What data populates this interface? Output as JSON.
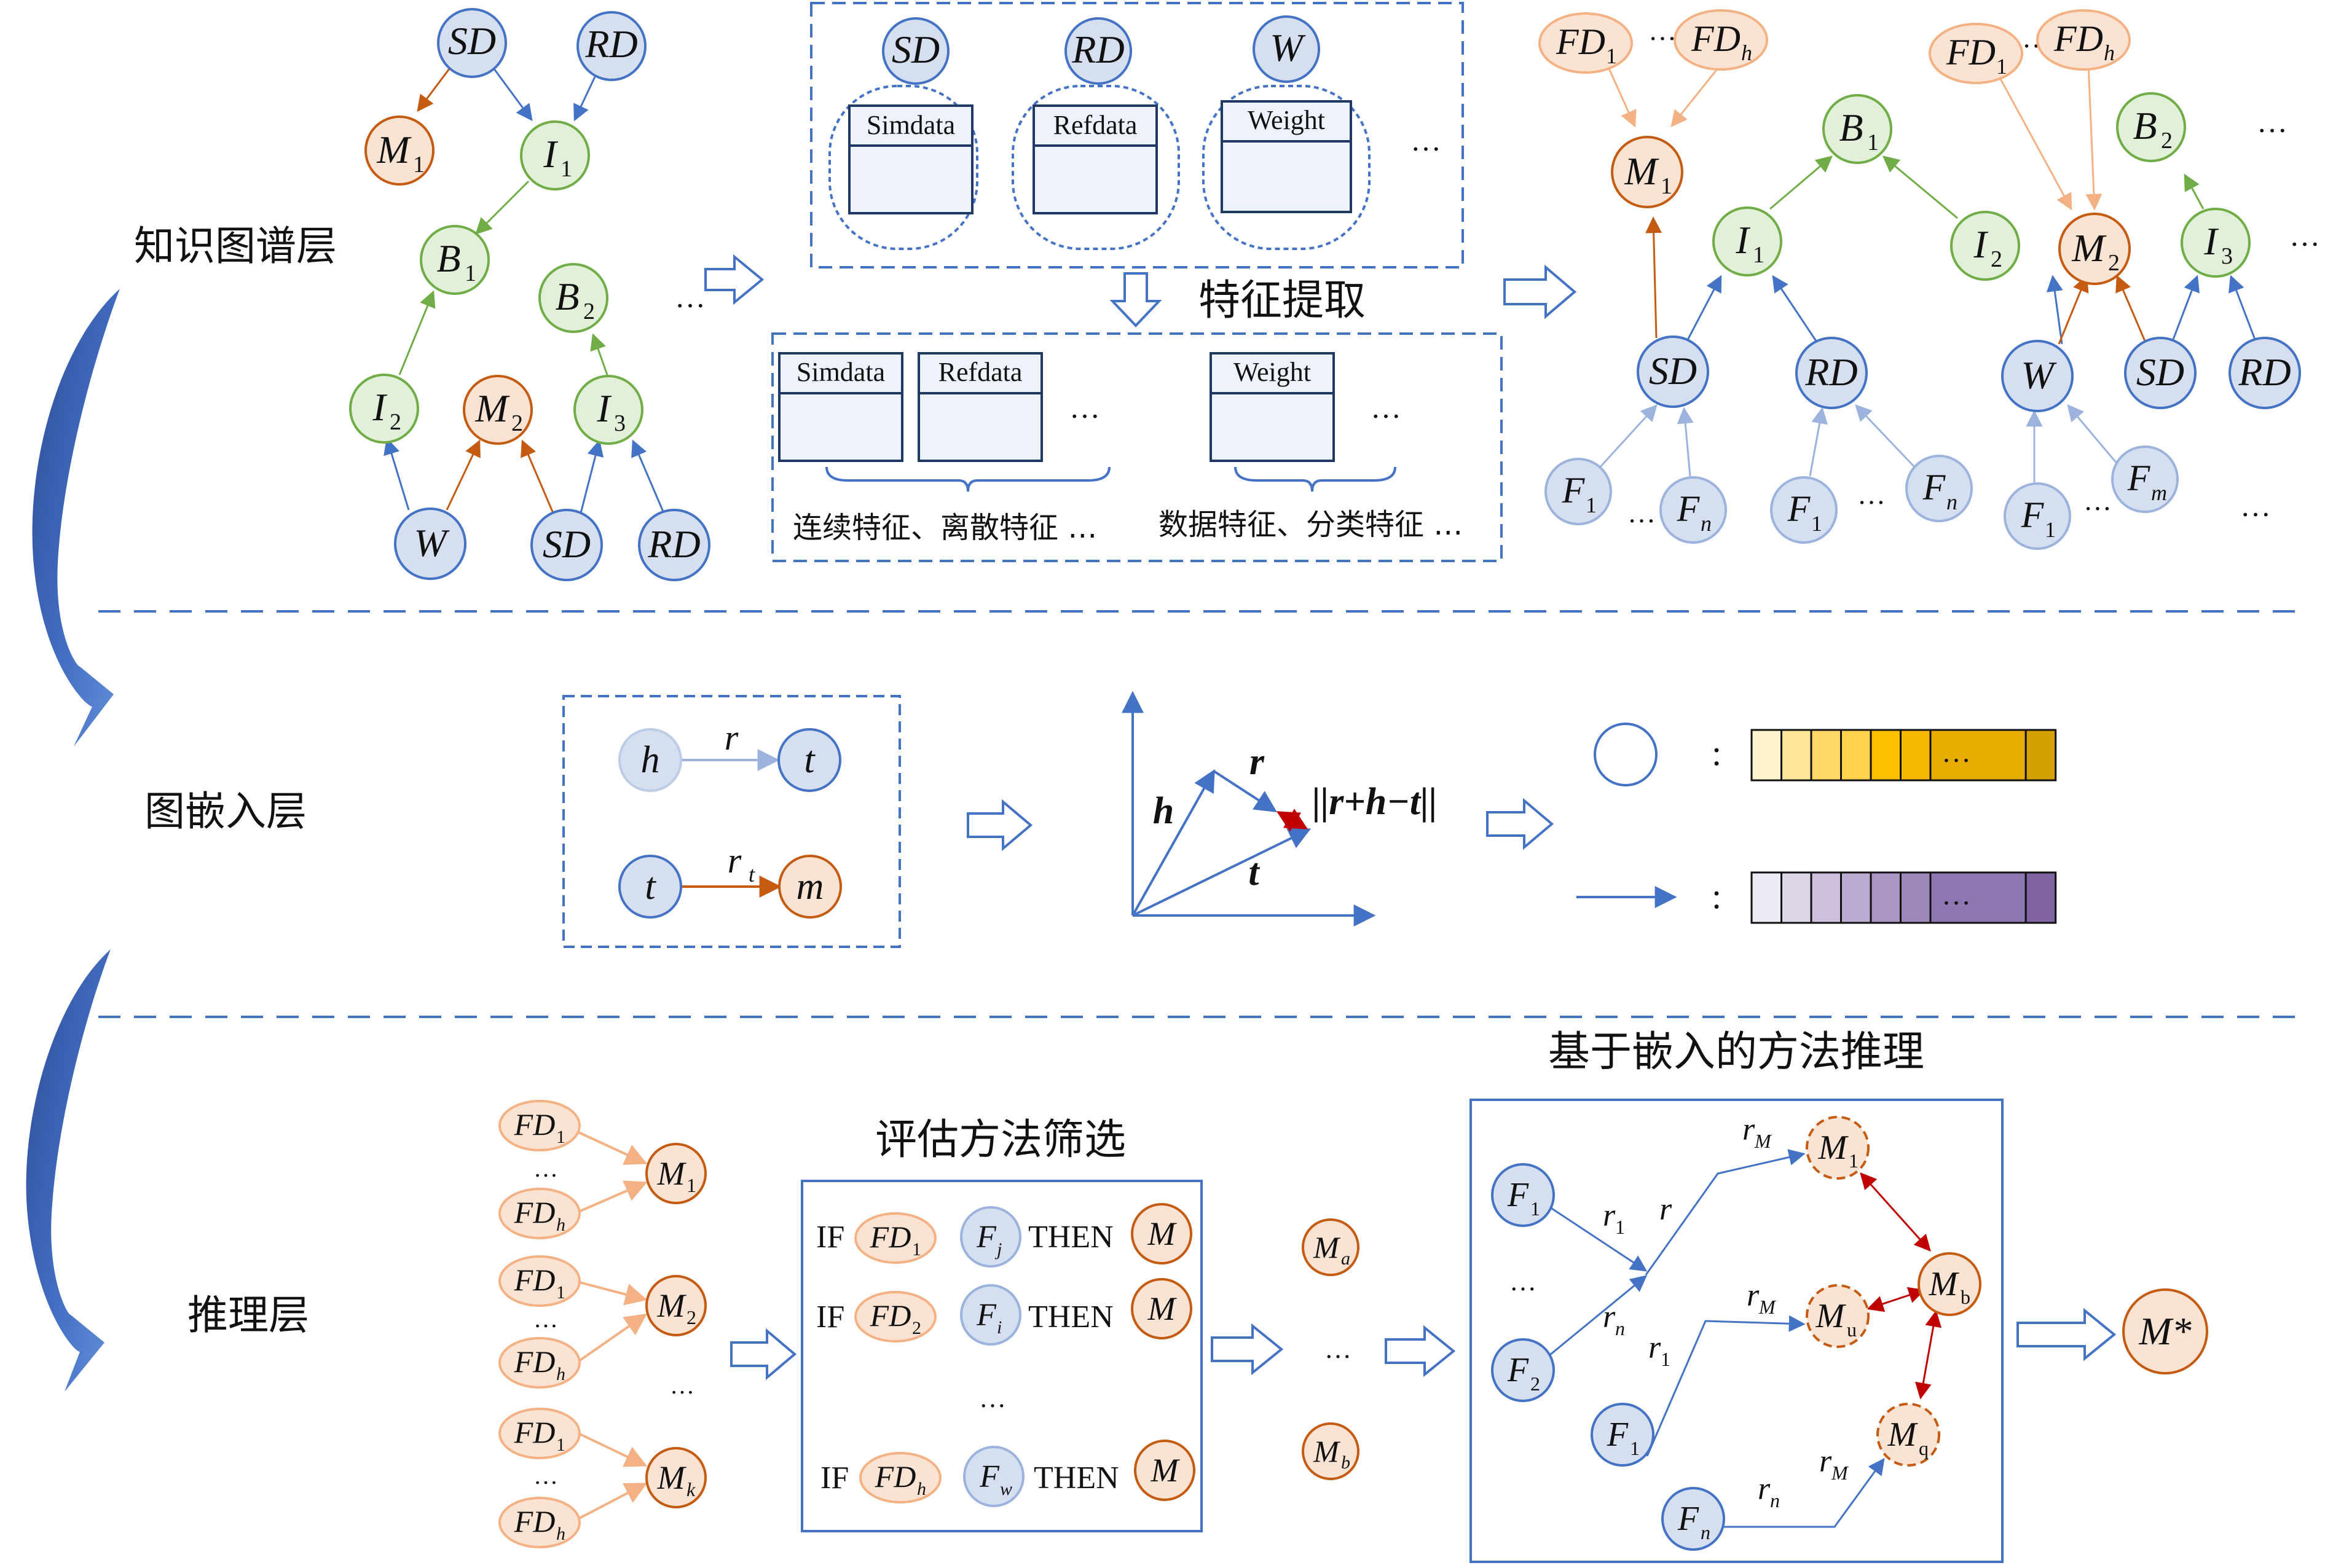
{
  "layers": {
    "knowledge_graph": "知识图谱层",
    "graph_embedding": "图嵌入层",
    "reasoning": "推理层"
  },
  "kg_layer": {
    "feature_extraction_label": "特征提取",
    "continuous_discrete": "连续特征、离散特征 …",
    "data_category": "数据特征、分类特征 …",
    "table_simdata": "Simdata",
    "table_refdata": "Refdata",
    "table_weight": "Weight",
    "ellipsis": "…"
  },
  "embed_layer": {
    "formula": "||r+h−t||",
    "colon": ":",
    "ellipsis": "…"
  },
  "reason_layer": {
    "filter_title": "评估方法筛选",
    "infer_title": "基于嵌入的方法推理",
    "if": "IF",
    "then": "THEN",
    "result": "M*",
    "ellipsis": "…"
  },
  "colors": {
    "blue_fill": "#d6dff0",
    "blue_stroke": "#4472c4",
    "green_fill": "#e2efd9",
    "green_stroke": "#70ad47",
    "orange_fill": "#fbe3d3",
    "orange_stroke": "#c55a11",
    "dark_red": "#c00000",
    "gold": "#ffc000",
    "purple": "#8064a2"
  },
  "yellow_bar_colors": [
    "#fff2cc",
    "#ffe699",
    "#ffd966",
    "#ffd34d",
    "#ffc000",
    "#f5b800",
    "#e6ac00",
    "#d4a000"
  ],
  "purple_bar_colors": [
    "#eeeaf3",
    "#ddd5e8",
    "#ccc0dc",
    "#bbaad1",
    "#aa95c5",
    "#9d87bb",
    "#8e77b0",
    "#8064a2"
  ]
}
